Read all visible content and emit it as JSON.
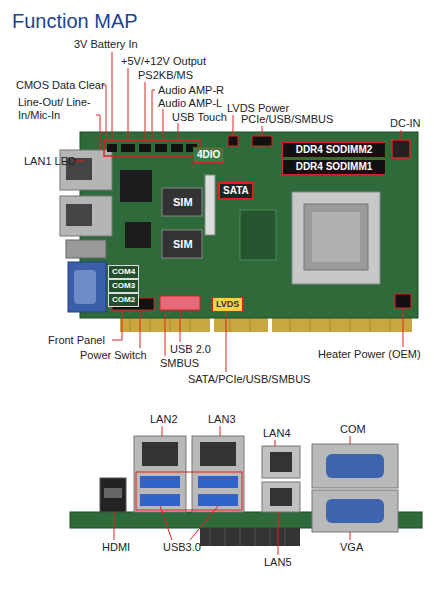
{
  "diagram": {
    "title": "Function MAP",
    "nodes": [
      {
        "text": [
          "4DIO"
        ]
      },
      {
        "text": [
          "DDR4 SODIMM2"
        ]
      },
      {
        "text": [
          "DDR4 SODIMM1"
        ]
      },
      {
        "text": [
          "SATA"
        ]
      },
      {
        "text": [
          "SIM"
        ]
      },
      {
        "text": [
          "SIM"
        ]
      },
      {
        "text": [
          "COM4"
        ]
      },
      {
        "text": [
          "COM3"
        ]
      },
      {
        "text": [
          "COM2"
        ]
      },
      {
        "text": [
          "LVDS"
        ]
      }
    ],
    "labels": [
      "3V Battery In",
      "+5V/+12V Output",
      "PS2KB/MS",
      "CMOS Data Clear",
      "Audio AMP-R",
      "Audio AMP-L",
      "Line-Out/ Line-In/Mic-In",
      "LVDS Power",
      "USB Touch",
      "PCIe/USB/SMBUS",
      "DC-IN",
      "LAN1 LED",
      "Front Panel",
      "USB 2.0",
      "Power Switch",
      "SMBUS",
      "Heater Power (OEM)",
      "SATA/PCIe/USB/SMBUS",
      "LAN2",
      "LAN3",
      "LAN4",
      "COM",
      "HDMI",
      "USB3.0",
      "VGA",
      "LAN5"
    ]
  }
}
